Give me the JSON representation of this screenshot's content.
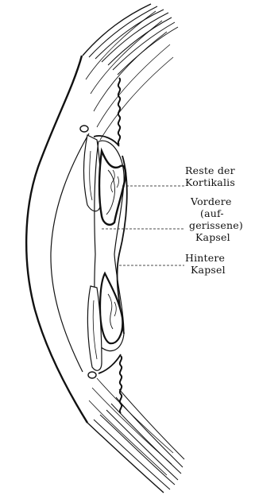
{
  "figure": {
    "ink_color": "#111111",
    "paper_color": "#ffffff",
    "labels": {
      "reste_line1": "Reste der",
      "reste_line2": "Kortikalis",
      "vordere_line1": "Vordere",
      "vordere_line2": "(auf-",
      "vordere_line3": "gerissene)",
      "vordere_line4": "Kapsel",
      "hintere_line1": "Hintere",
      "hintere_line2": "Kapsel"
    }
  }
}
